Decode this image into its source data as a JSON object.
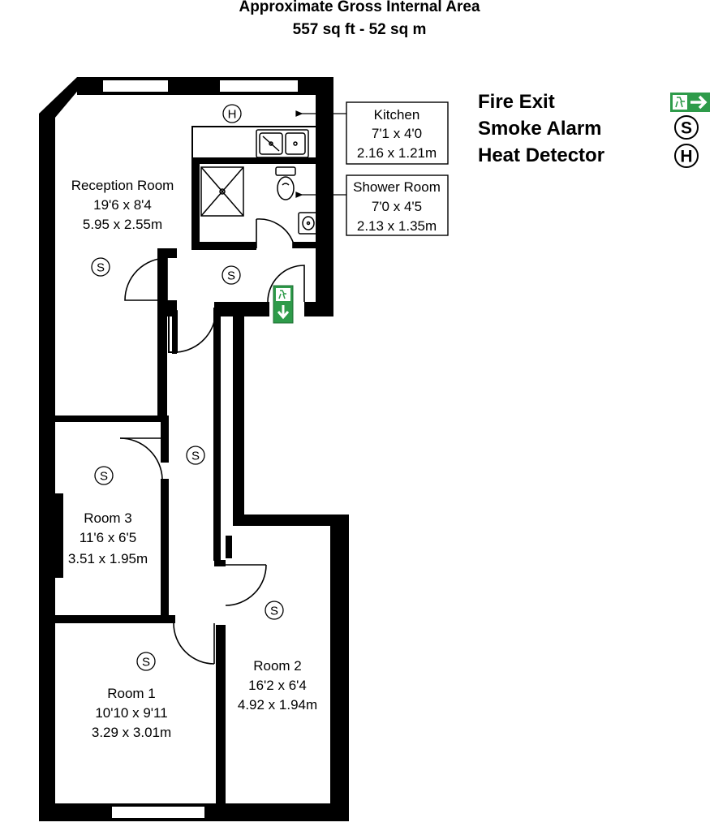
{
  "header": {
    "title": "Approximate Gross Internal Area",
    "area": "557 sq ft - 52 sq m"
  },
  "legend": {
    "fire_exit": "Fire Exit",
    "smoke_alarm": "Smoke Alarm",
    "heat_detector": "Heat Detector",
    "smoke_symbol": "S",
    "heat_symbol": "H"
  },
  "rooms": {
    "reception": {
      "name": "Reception Room",
      "imperial": "19'6 x 8'4",
      "metric": "5.95 x 2.55m"
    },
    "kitchen": {
      "name": "Kitchen",
      "imperial": "7'1 x 4'0",
      "metric": "2.16 x 1.21m"
    },
    "shower": {
      "name": "Shower Room",
      "imperial": "7'0 x 4'5",
      "metric": "2.13 x 1.35m"
    },
    "room3": {
      "name": "Room 3",
      "imperial": "11'6 x 6'5",
      "metric": "3.51 x 1.95m"
    },
    "room1": {
      "name": "Room 1",
      "imperial": "10'10 x 9'11",
      "metric": "3.29 x 3.01m"
    },
    "room2": {
      "name": "Room 2",
      "imperial": "16'2 x 6'4",
      "metric": "4.92 x 1.94m"
    }
  },
  "symbols": {
    "smoke": "S",
    "heat": "H"
  },
  "colors": {
    "wall": "#000000",
    "exit_green": "#2e9b4a"
  }
}
